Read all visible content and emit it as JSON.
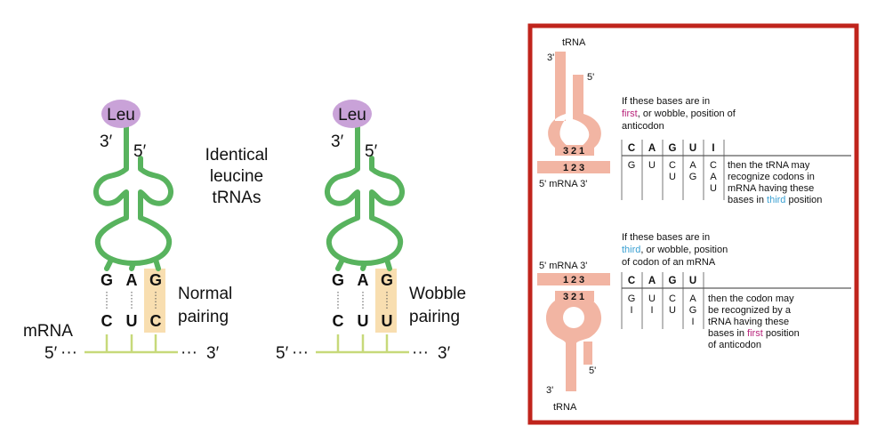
{
  "left_figure": {
    "panel1": {
      "amino_acid": "Leu",
      "trna_3prime": "3′",
      "trna_5prime": "5′",
      "anticodon": [
        "G",
        "A",
        "G"
      ],
      "codon": [
        "C",
        "U",
        "C"
      ],
      "label_line1": "Normal",
      "label_line2": "pairing",
      "mrna_label": "mRNA",
      "mrna_5prime": "5′",
      "mrna_3prime": "3′",
      "dots": "···"
    },
    "middle_label": [
      "Identical",
      "leucine",
      "tRNAs"
    ],
    "panel2": {
      "amino_acid": "Leu",
      "trna_3prime": "3′",
      "trna_5prime": "5′",
      "anticodon": [
        "G",
        "A",
        "G"
      ],
      "codon": [
        "C",
        "U",
        "U"
      ],
      "label_line1": "Wobble",
      "label_line2": "pairing",
      "mrna_5prime": "5′",
      "mrna_3prime": "3′",
      "dots": "···"
    },
    "colors": {
      "trna": "#58b35e",
      "leu": "#c9a2d8",
      "mrna": "#c7d97a",
      "wobble_highlight": "#f8deb0"
    }
  },
  "right_figure": {
    "top": {
      "trna_label": "tRNA",
      "three_prime": "3'",
      "five_prime": "5'",
      "anticodon_positions": [
        "3",
        "2",
        "1"
      ],
      "mrna_positions": [
        "1",
        "2",
        "3"
      ],
      "mrna_label": "5' mRNA 3'",
      "desc_line1": "If these bases are in",
      "desc_line2_a": "first",
      "desc_line2_b": ", or wobble, position of",
      "desc_line3": "anticodon",
      "header_bases": [
        "C",
        "A",
        "G",
        "U",
        "I"
      ],
      "recognized_columns": [
        [
          "G"
        ],
        [
          "U"
        ],
        [
          "C",
          "U"
        ],
        [
          "A",
          "G"
        ],
        [
          "C",
          "A",
          "U"
        ]
      ],
      "result_line1": "then the tRNA may",
      "result_line2": "recognize codons in",
      "result_line3": "mRNA having these",
      "result_line4_a": "bases in ",
      "result_line4_b": "third",
      "result_line4_c": " position"
    },
    "bottom": {
      "desc_line1": "If these bases are in",
      "desc_line2_a": "third",
      "desc_line2_b": ", or wobble, position",
      "desc_line3": "of codon of an mRNA",
      "mrna_label": "5' mRNA 3'",
      "mrna_positions": [
        "1",
        "2",
        "3"
      ],
      "anticodon_positions": [
        "3",
        "2",
        "1"
      ],
      "five_prime": "5'",
      "three_prime": "3'",
      "trna_label": "tRNA",
      "header_bases": [
        "C",
        "A",
        "G",
        "U"
      ],
      "recognized_columns": [
        [
          "G",
          "I"
        ],
        [
          "U",
          "I"
        ],
        [
          "C",
          "U"
        ],
        [
          "A",
          "G",
          "I"
        ]
      ],
      "result_line1": "then the codon may",
      "result_line2": "be recognized by a",
      "result_line3": "tRNA having these",
      "result_line4_a": "bases in ",
      "result_line4_b": "first",
      "result_line4_c": " position",
      "result_line5": "of anticodon"
    },
    "colors": {
      "border": "#c0241c",
      "trna": "#f2b5a3",
      "magenta": "#b8237a",
      "blue": "#3aa0d2"
    }
  }
}
